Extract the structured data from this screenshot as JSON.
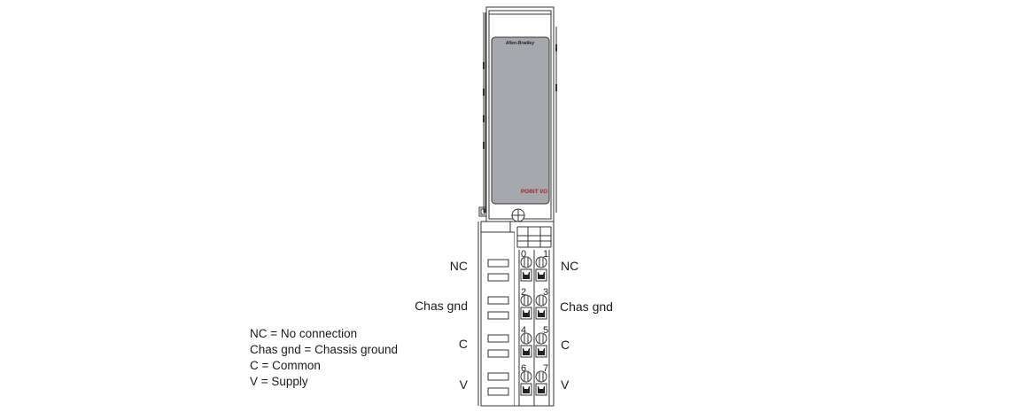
{
  "module": {
    "brand": "Allen-Bradley",
    "product_logo": "POINT I/O",
    "colors": {
      "label_panel": "#a5a9ad",
      "outline": "#333333",
      "logo_red": "#b02024"
    }
  },
  "left_labels": [
    "NC",
    "Chas gnd",
    "C",
    "V"
  ],
  "right_labels": [
    "NC",
    "Chas gnd",
    "C",
    "V"
  ],
  "terminal_numbers": [
    "0",
    "1",
    "2",
    "3",
    "4",
    "5",
    "6",
    "7"
  ],
  "legend": [
    "NC = No connection",
    "Chas gnd = Chassis ground",
    "C = Common",
    "V = Supply"
  ]
}
